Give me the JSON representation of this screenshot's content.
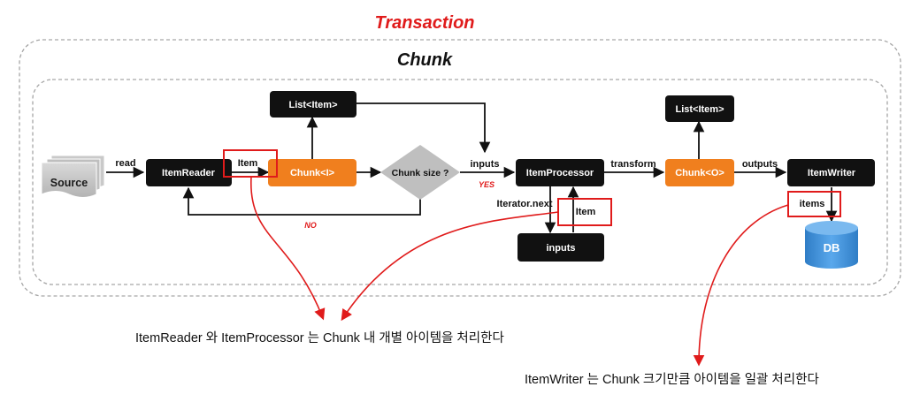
{
  "title": "Transaction",
  "chunk_label": "Chunk",
  "nodes": {
    "source": "Source",
    "item_reader": "ItemReader",
    "chunk_i": "Chunk<I>",
    "chunk_size": "Chunk size ?",
    "list_item_top": "List<Item>",
    "item_processor": "ItemProcessor",
    "chunk_o": "Chunk<O>",
    "list_item_right": "List<Item>",
    "item_writer": "ItemWriter",
    "inputs_box": "inputs",
    "db": "DB"
  },
  "edges": {
    "read": "read",
    "item": "Item",
    "inputs": "inputs",
    "yes": "YES",
    "no": "NO",
    "transform": "transform",
    "outputs": "outputs",
    "iterator_next": "Iterator.next",
    "item_processor_side": "Item",
    "items": "items"
  },
  "annotations": {
    "chunk_item_processing": "ItemReader 와 ItemProcessor 는 Chunk 내 개별 아이템을 처리한다",
    "writer_batch_processing": "ItemWriter 는 Chunk 크기만큼 아이템을 일괄 처리한다"
  },
  "colors": {
    "dark_box": "#111111",
    "orange_box": "#f07f1e",
    "highlight_red": "#e01b1b",
    "db_blue": "#3d8fd6",
    "dashed_border": "#a6a6a6"
  }
}
